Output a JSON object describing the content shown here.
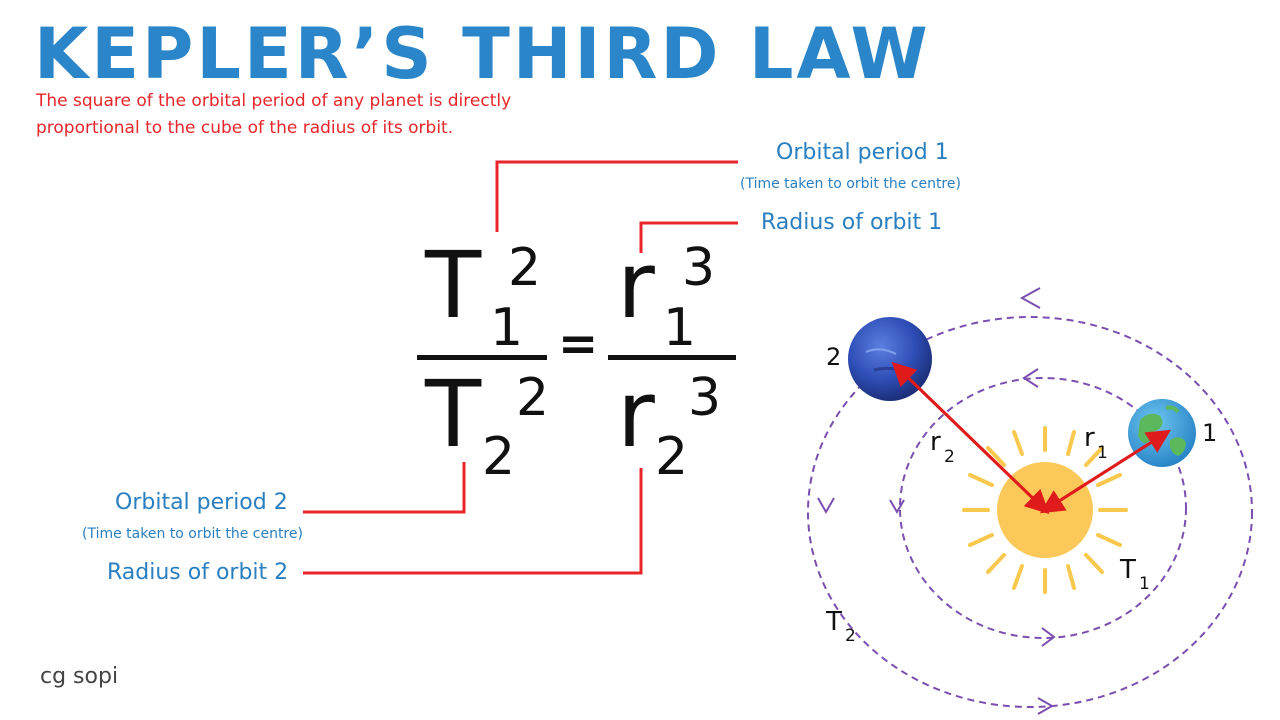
{
  "title": "KEPLER’S THIRD LAW",
  "description": {
    "line1": "The square of the orbital period of any planet is directly",
    "line2": "proportional to the cube of the radius of its orbit."
  },
  "equation": {
    "T": "T",
    "r": "r",
    "sub1": "1",
    "sub2": "2",
    "exp_T": "2",
    "exp_r": "3",
    "equals": "="
  },
  "annotations": {
    "orbital_period_1": "Orbital period 1",
    "orbital_period_1_note": "(Time taken to orbit the centre)",
    "radius_orbit_1": "Radius of orbit 1",
    "orbital_period_2": "Orbital period 2",
    "orbital_period_2_note": "(Time taken to orbit the centre)",
    "radius_orbit_2": "Radius of orbit 2"
  },
  "orbit_diagram": {
    "planet_1_label": "1",
    "planet_2_label": "2",
    "r": "r",
    "T": "T",
    "sub1": "1",
    "sub2": "2"
  },
  "colors": {
    "title": "#2b86c9",
    "description": "#e8252a",
    "leader_lines": "#e8252a",
    "annotation_text": "#2a7fc1",
    "orbit_paths": "#7a4fb0",
    "radius_arrows": "#e01b1b",
    "sun": "#fdc85a",
    "sun_rays": "#f9c84e"
  },
  "credit": "cg sopi"
}
